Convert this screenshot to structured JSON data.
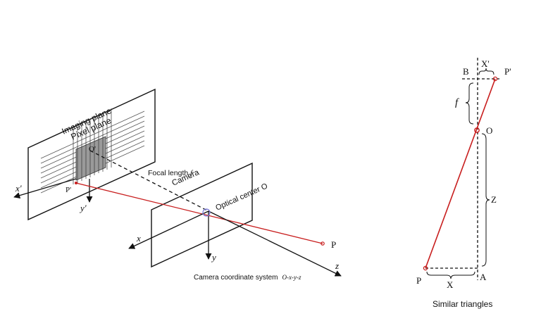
{
  "left_diagram": {
    "imaging_plane_label": "Imaging plane",
    "pixel_plane_label": "Pixel plane",
    "pixel_origin_label": "O'",
    "x_prime_label": "x'",
    "y_prime_label": "y'",
    "p_prime_label": "P'",
    "focal_length_label": "Focal length",
    "focal_symbol": "f",
    "camera_label": "Camera",
    "optical_center_label": "Optical center O",
    "x_label": "x",
    "y_label": "y",
    "z_label": "z",
    "p_label": "P",
    "camera_coord_label": "Camera coordinate system",
    "camera_coord_sub": "O-x-y-z"
  },
  "right_diagram": {
    "b_label": "B",
    "x_prime_label": "X'",
    "p_prime_label": "P'",
    "f_label": "f",
    "o_label": "O",
    "z_label": "Z",
    "p_label": "P",
    "x_label": "X",
    "a_label": "A",
    "caption": "Similar triangles"
  },
  "colors": {
    "ray": "#c81e1e",
    "line": "#111111",
    "grid": "#555555",
    "pixel_fill": "#9a9a9a",
    "optical_center": "#7a7adc"
  }
}
